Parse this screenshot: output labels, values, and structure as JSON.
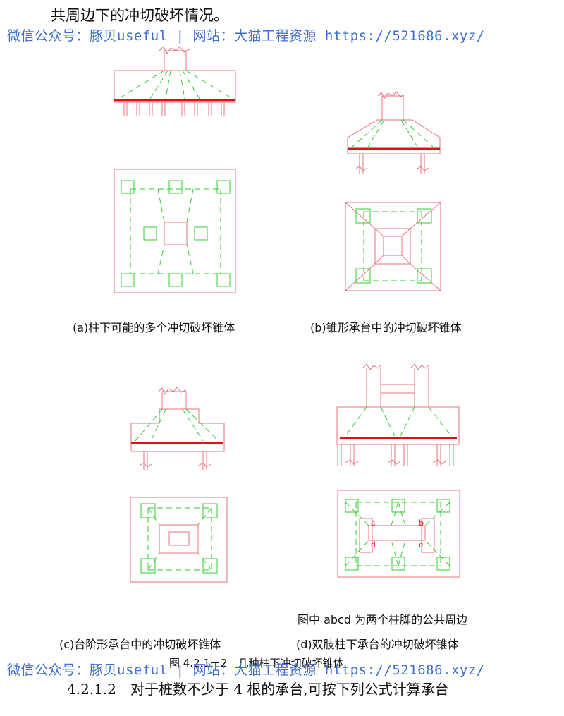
{
  "intro_text": "共周边下的冲切破坏情况。",
  "watermark": "微信公众号：豚贝useful | 网站：大猫工程资源 https://521686.xyz/",
  "captions": {
    "a": "(a)柱下可能的多个冲切破坏锥体",
    "b": "(b)锥形承台中的冲切破坏锥体",
    "c": "(c)台阶形承台中的冲切破坏锥体",
    "d": "(d)双肢柱下承台的冲切破坏锥体"
  },
  "note_d": "图中 abcd 为两个柱脚的公共周边",
  "figure_title": "图 4.2.1－2　几种柱下冲切破坏锥体",
  "clause_text": "4.2.1.2　对于桩数不少于 4 根的承台,可按下列公式计算承台",
  "corner_labels": [
    "a",
    "b",
    "c",
    "d"
  ],
  "colors": {
    "outline": "#e8737a",
    "pile": "#33cc33",
    "rebar": "#d81414",
    "watermark": "#3d6fd0"
  }
}
